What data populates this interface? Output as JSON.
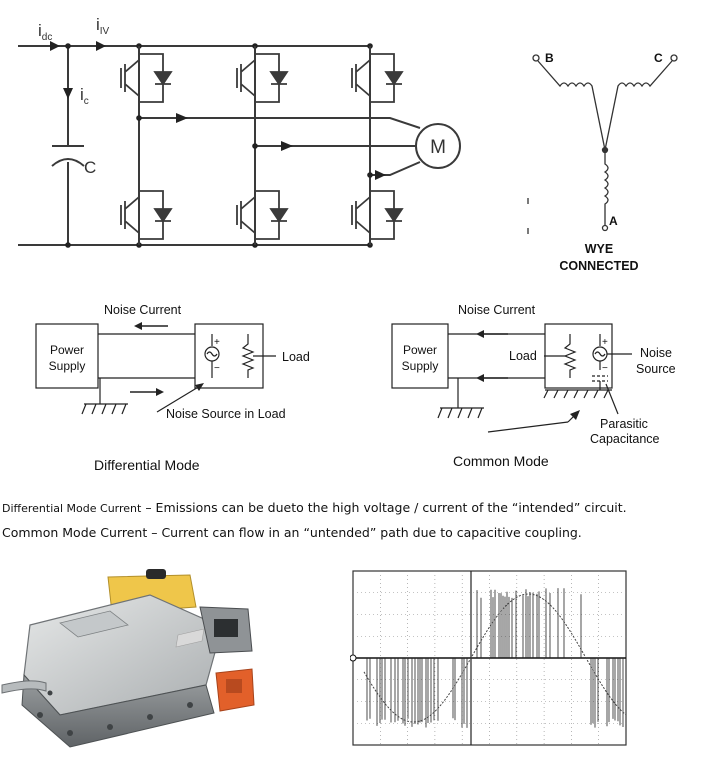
{
  "inverter": {
    "label_idc": "i",
    "label_idc_sub": "dc",
    "label_iiv": "i",
    "label_iiv_sub": "IV",
    "label_ic": "i",
    "label_ic_sub": "c",
    "label_cap": "C",
    "label_motor": "M"
  },
  "wye": {
    "label_b": "B",
    "label_c": "C",
    "label_a": "A",
    "title_line1": "WYE",
    "title_line2": "CONNECTED"
  },
  "differential": {
    "noise_current": "Noise Current",
    "power_supply_1": "Power",
    "power_supply_2": "Supply",
    "load": "Load",
    "plus": "+",
    "minus": "−",
    "noise_source_in_load": "Noise Source in Load",
    "title": "Differential Mode"
  },
  "common": {
    "noise_current": "Noise Current",
    "power_supply_1": "Power",
    "power_supply_2": "Supply",
    "load": "Load",
    "plus": "+",
    "minus": "−",
    "noise_1": "Noise",
    "noise_2": "Source",
    "parasitic_1": "Parasitic",
    "parasitic_2": "Capacitance",
    "title": "Common Mode"
  },
  "captions": {
    "dm_lead": "Differential Mode Current",
    "dm_text": " – Emissions can be dueto the high voltage / current of the “intended” circuit.",
    "cm_text": "Common Mode Current – Current can flow in an “untended” path due to capacitive coupling."
  },
  "colors": {
    "line": "#222222",
    "inverter_line": "#3a3a3a",
    "housing_light": "#cfd2d2",
    "housing_dark": "#8b8f91",
    "connector_orange": "#e2602a",
    "reservoir_yellow": "#efc64a"
  }
}
